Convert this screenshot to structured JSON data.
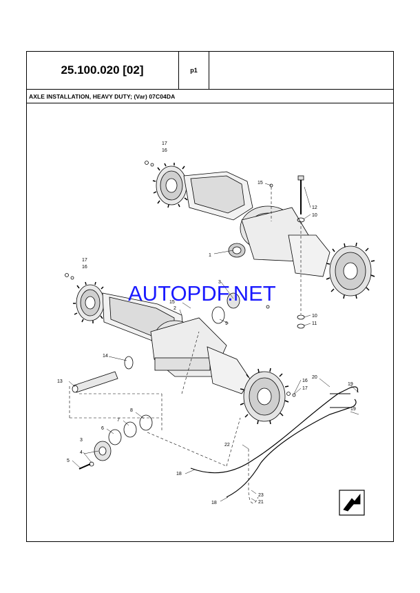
{
  "header": {
    "code": "25.100.020 [02]",
    "page": "p1"
  },
  "title": "AXLE INSTALLATION, HEAVY DUTY; (Var) 07C04DA",
  "watermark": "AUTOPDF.NET",
  "callouts": {
    "c1": "1",
    "c2": "2",
    "c3a": "3",
    "c3b": "3",
    "c4": "4",
    "c5": "5",
    "c6": "6",
    "c7": "7",
    "c8": "8",
    "c9": "9",
    "c10a": "10",
    "c10b": "10",
    "c11": "11",
    "c12": "12",
    "c13": "13",
    "c14": "14",
    "c15a": "15",
    "c15b": "15",
    "c16a": "16",
    "c16b": "16",
    "c16c": "16",
    "c17a": "17",
    "c17b": "17",
    "c17c": "17",
    "c18a": "18",
    "c18b": "18",
    "c19a": "19",
    "c19b": "19",
    "c20": "20",
    "c21": "21",
    "c22": "22",
    "c23": "23"
  },
  "icons": {
    "direction": "arrow-direction-icon"
  },
  "colors": {
    "watermark": "#1a1aff",
    "line": "#000000"
  }
}
